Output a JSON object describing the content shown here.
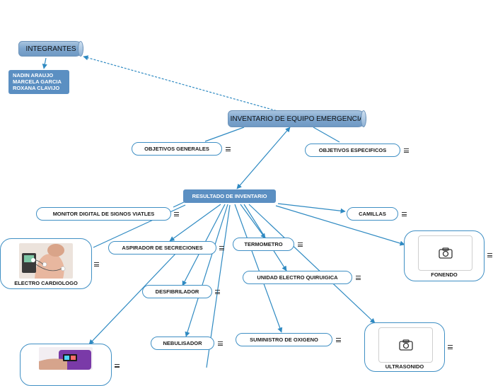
{
  "team": {
    "title": "INTEGRANTES",
    "members": [
      "NADIN ARAUJO",
      "MARCELA GARCIA",
      "ROXANA CLAVIJO"
    ]
  },
  "root": {
    "title": "INVENTARIO DE EQUIPO EMERGENCIA"
  },
  "objectives": {
    "general": "OBJETIVOS GENERALES",
    "specific": "OBJETIVOS ESPECIFICOS"
  },
  "result": {
    "title": "RESULTADO DE INVENTARIO"
  },
  "items": {
    "monitor": "MONITOR DIGITAL DE SIGNOS VIATLES",
    "camillas": "CAMILLAS",
    "aspirador": "ASPIRADOR DE SECRECIONES",
    "termometro": "TERMOMETRO",
    "unidad": "UNIDAD ELECTRO QUIRUIGICA",
    "desfibrilador": "DESFIBRILADOR",
    "nebulisador": "NEBULISADOR",
    "oxigeno": "SUMINISTRO DE OXIGENO"
  },
  "cards": {
    "electro": "ELECTRO CARDIOLOGO",
    "fonendo": "FONENDO",
    "ultrasonido": "ULTRASONIDO"
  },
  "icons": {
    "menu": "hamburger-menu-icon",
    "camera": "camera-icon",
    "arrow": "arrow-icon"
  },
  "colors": {
    "link": "#2f8ac2",
    "node_fill": "#5b8fc2",
    "pill_border": "#3f8fc4"
  }
}
